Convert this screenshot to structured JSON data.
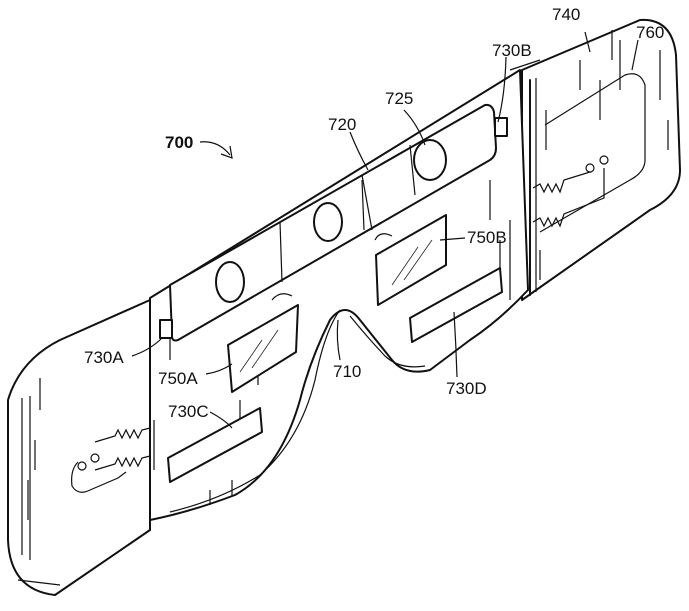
{
  "figure": {
    "figure_number": "700",
    "labels": {
      "l710": "710",
      "l720": "720",
      "l725": "725",
      "l730A": "730A",
      "l730B": "730B",
      "l730C": "730C",
      "l730D": "730D",
      "l740": "740",
      "l750A": "750A",
      "l750B": "750B",
      "l760": "760"
    }
  },
  "colors": {
    "line": "#111111",
    "background": "#ffffff"
  }
}
